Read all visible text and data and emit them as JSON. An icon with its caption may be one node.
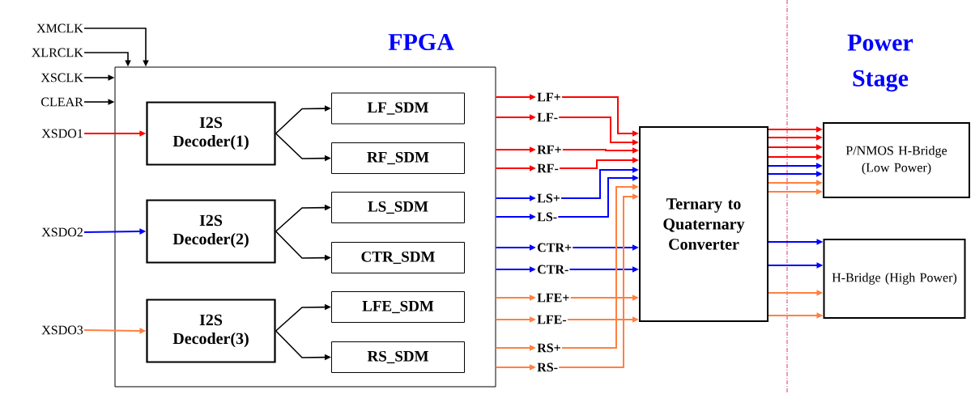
{
  "diagram": {
    "nodes": [
      {
        "text": [
          "FPGA"
        ]
      },
      {
        "text": [
          "XMCLK"
        ]
      },
      {
        "text": [
          "XLRCLK"
        ]
      },
      {
        "text": [
          "XSCLK"
        ]
      },
      {
        "text": [
          "CLEAR"
        ]
      },
      {
        "text": [
          "XSDO1"
        ]
      },
      {
        "text": [
          "XSDO2"
        ]
      },
      {
        "text": [
          "XSDO3"
        ]
      },
      {
        "text": [
          "I2S Decoder(1)"
        ],
        "in": 0
      },
      {
        "text": [
          "I2S Decoder(2)"
        ],
        "in": 0
      },
      {
        "text": [
          "I2S Decoder(3)"
        ],
        "in": 0
      },
      {
        "text": [
          "LF_SDM"
        ],
        "in": 0
      },
      {
        "text": [
          "RF_SDM"
        ],
        "in": 0
      },
      {
        "text": [
          "LS_SDM"
        ],
        "in": 0
      },
      {
        "text": [
          "CTR_SDM"
        ],
        "in": 0
      },
      {
        "text": [
          "LFE_SDM"
        ],
        "in": 0
      },
      {
        "text": [
          "RS_SDM"
        ],
        "in": 0
      },
      {
        "text": [
          "LF+"
        ]
      },
      {
        "text": [
          "LF-"
        ]
      },
      {
        "text": [
          "RF+"
        ]
      },
      {
        "text": [
          "RF-"
        ]
      },
      {
        "text": [
          "LS+"
        ]
      },
      {
        "text": [
          "LS-"
        ]
      },
      {
        "text": [
          "CTR+"
        ]
      },
      {
        "text": [
          "CTR-"
        ]
      },
      {
        "text": [
          "LFE+"
        ]
      },
      {
        "text": [
          "LFE-"
        ]
      },
      {
        "text": [
          "RS+"
        ]
      },
      {
        "text": [
          "RS-"
        ]
      },
      {
        "text": [
          "Ternary to Quaternary Converter"
        ]
      },
      {
        "text": [
          "P/NMOS H-Bridge (Low Power)"
        ]
      },
      {
        "text": [
          "H-Bridge (High Power)"
        ]
      }
    ],
    "edges": [
      {
        "from": 1,
        "to": 0,
        "arrow": "to",
        "color": "#000000"
      },
      {
        "from": 2,
        "to": 0,
        "arrow": "to",
        "color": "#000000"
      },
      {
        "from": 3,
        "to": 0,
        "arrow": "to",
        "color": "#000000"
      },
      {
        "from": 4,
        "to": 0,
        "arrow": "to",
        "color": "#000000"
      },
      {
        "from": 5,
        "to": 8,
        "arrow": "to",
        "color": "#ff0000"
      },
      {
        "from": 6,
        "to": 9,
        "arrow": "to",
        "color": "#0000ff"
      },
      {
        "from": 7,
        "to": 10,
        "arrow": "to",
        "color": "#ff8040"
      },
      {
        "from": 8,
        "to": 11,
        "arrow": "to",
        "color": "#000000"
      },
      {
        "from": 8,
        "to": 12,
        "arrow": "to",
        "color": "#000000"
      },
      {
        "from": 9,
        "to": 13,
        "arrow": "to",
        "color": "#000000"
      },
      {
        "from": 9,
        "to": 14,
        "arrow": "to",
        "color": "#000000"
      },
      {
        "from": 10,
        "to": 15,
        "arrow": "to",
        "color": "#000000"
      },
      {
        "from": 10,
        "to": 16,
        "arrow": "to",
        "color": "#000000"
      },
      {
        "from": 0,
        "to": 17,
        "arrow": "to",
        "color": "#ff0000"
      },
      {
        "from": 0,
        "to": 18,
        "arrow": "to",
        "color": "#ff0000"
      },
      {
        "from": 0,
        "to": 19,
        "arrow": "to",
        "color": "#ff0000"
      },
      {
        "from": 0,
        "to": 20,
        "arrow": "to",
        "color": "#ff0000"
      },
      {
        "from": 0,
        "to": 21,
        "arrow": "to",
        "color": "#0000ff"
      },
      {
        "from": 0,
        "to": 22,
        "arrow": "to",
        "color": "#0000ff"
      },
      {
        "from": 0,
        "to": 23,
        "arrow": "to",
        "color": "#0000ff"
      },
      {
        "from": 0,
        "to": 24,
        "arrow": "to",
        "color": "#0000ff"
      },
      {
        "from": 0,
        "to": 25,
        "arrow": "to",
        "color": "#ff8040"
      },
      {
        "from": 0,
        "to": 26,
        "arrow": "to",
        "color": "#ff8040"
      },
      {
        "from": 0,
        "to": 27,
        "arrow": "to",
        "color": "#ff8040"
      },
      {
        "from": 0,
        "to": 28,
        "arrow": "to",
        "color": "#ff8040"
      },
      {
        "from": 17,
        "to": 29,
        "arrow": "to",
        "color": "#ff0000"
      },
      {
        "from": 18,
        "to": 29,
        "arrow": "to",
        "color": "#ff0000"
      },
      {
        "from": 19,
        "to": 29,
        "arrow": "to",
        "color": "#ff0000"
      },
      {
        "from": 20,
        "to": 29,
        "arrow": "to",
        "color": "#ff0000"
      },
      {
        "from": 21,
        "to": 29,
        "arrow": "to",
        "color": "#0000ff"
      },
      {
        "from": 22,
        "to": 29,
        "arrow": "to",
        "color": "#0000ff"
      },
      {
        "from": 23,
        "to": 29,
        "arrow": "to",
        "color": "#0000ff"
      },
      {
        "from": 24,
        "to": 29,
        "arrow": "to",
        "color": "#0000ff"
      },
      {
        "from": 25,
        "to": 29,
        "arrow": "to",
        "color": "#ff8040"
      },
      {
        "from": 26,
        "to": 29,
        "arrow": "to",
        "color": "#ff8040"
      },
      {
        "from": 27,
        "to": 29,
        "arrow": "to",
        "color": "#ff8040"
      },
      {
        "from": 28,
        "to": 29,
        "arrow": "to",
        "color": "#ff8040"
      },
      {
        "from": 29,
        "to": 30,
        "arrow": "to",
        "color": "#ff0000"
      },
      {
        "from": 29,
        "to": 30,
        "arrow": "to",
        "color": "#ff0000"
      },
      {
        "from": 29,
        "to": 30,
        "arrow": "to",
        "color": "#ff0000"
      },
      {
        "from": 29,
        "to": 30,
        "arrow": "to",
        "color": "#ff0000"
      },
      {
        "from": 29,
        "to": 30,
        "arrow": "to",
        "color": "#0000ff"
      },
      {
        "from": 29,
        "to": 30,
        "arrow": "to",
        "color": "#0000ff"
      },
      {
        "from": 29,
        "to": 30,
        "arrow": "to",
        "color": "#ff8040"
      },
      {
        "from": 29,
        "to": 30,
        "arrow": "to",
        "color": "#ff8040"
      },
      {
        "from": 29,
        "to": 31,
        "arrow": "to",
        "color": "#0000ff"
      },
      {
        "from": 29,
        "to": 31,
        "arrow": "to",
        "color": "#0000ff"
      },
      {
        "from": 29,
        "to": 31,
        "arrow": "to",
        "color": "#ff8040"
      },
      {
        "from": 29,
        "to": 31,
        "arrow": "to",
        "color": "#ff8040"
      }
    ],
    "labels": [
      "Power Stage"
    ]
  }
}
